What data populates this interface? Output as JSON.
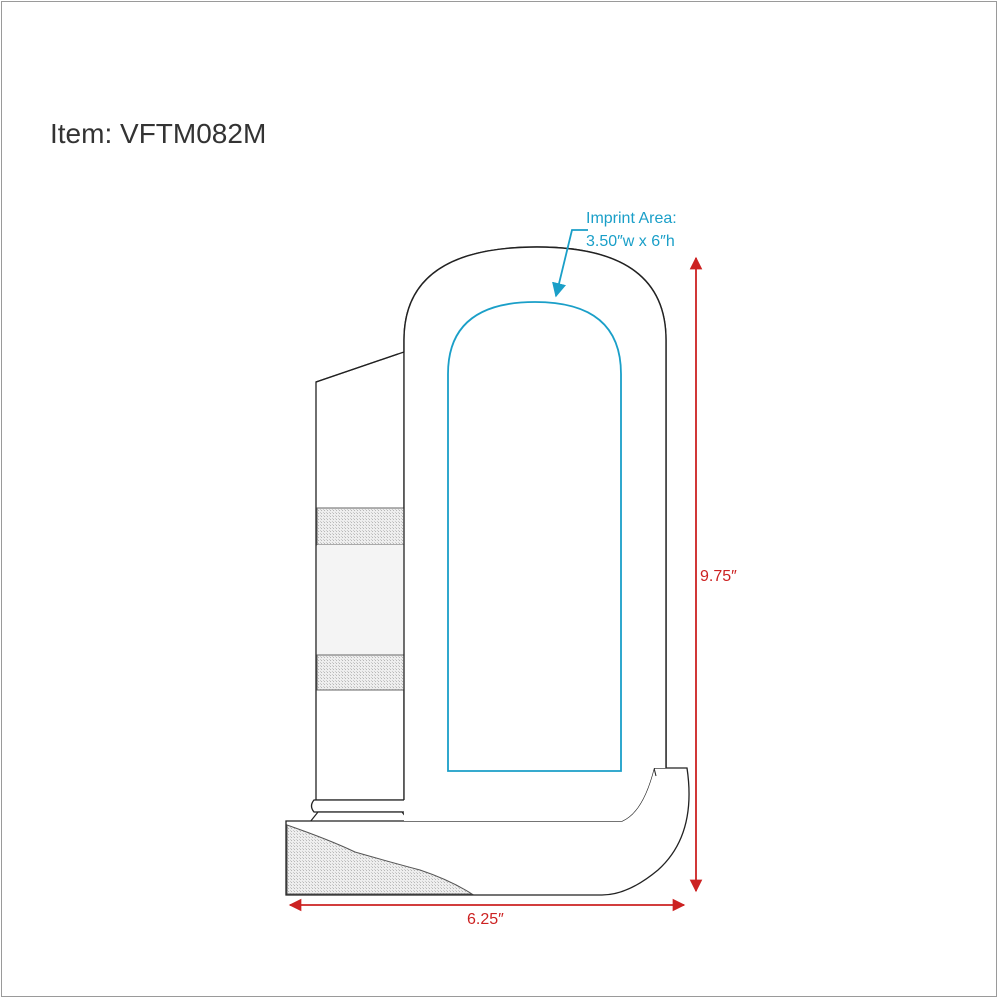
{
  "item_label": "Item: VFTM082M",
  "imprint": {
    "line1": "Imprint Area:",
    "line2": "3.50″w x 6″h"
  },
  "dimensions": {
    "height": "9.75″",
    "width": "6.25″"
  },
  "colors": {
    "outline": "#222222",
    "imprint": "#1a9fc8",
    "dimension": "#cc2222",
    "text": "#333333"
  }
}
